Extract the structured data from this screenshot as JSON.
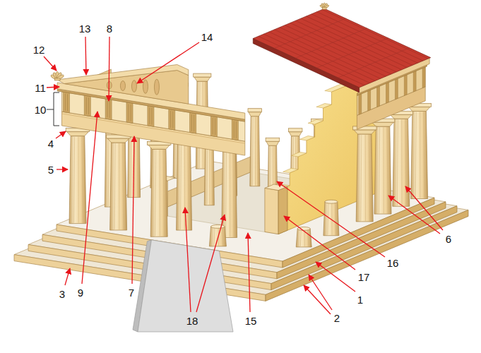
{
  "diagram": {
    "labels": [
      "12",
      "13",
      "8",
      "14",
      "11",
      "10",
      "4",
      "5",
      "9",
      "3",
      "7",
      "18",
      "15",
      "16",
      "17",
      "1",
      "2",
      "6"
    ]
  }
}
